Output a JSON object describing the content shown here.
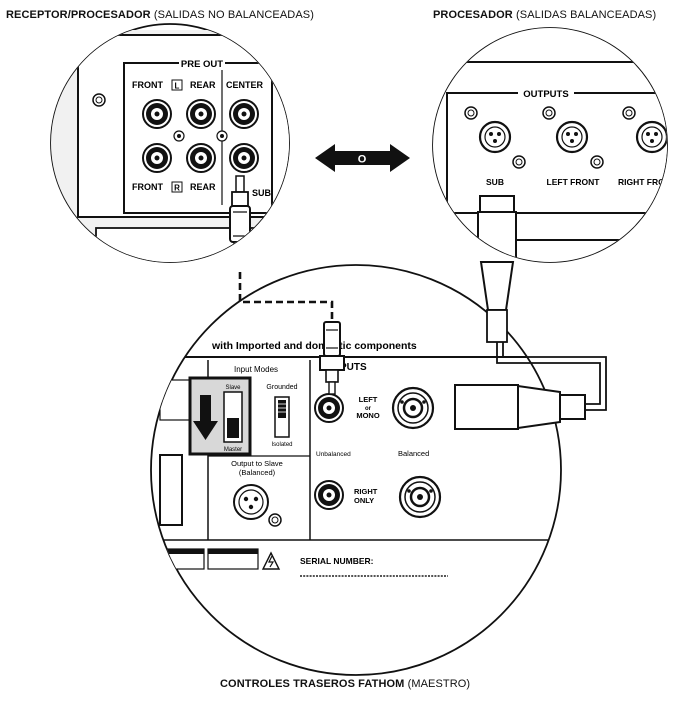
{
  "captions": {
    "left_bold": "RECEPTOR/PROCESADOR",
    "left_rest": "(SALIDAS NO BALANCEADAS)",
    "right_bold": "PROCESADOR",
    "right_rest": "(SALIDAS BALANCEADAS)",
    "bottom_bold": "CONTROLES TRASEROS FATHOM",
    "bottom_rest": "(MAESTRO)"
  },
  "or_label": "O",
  "receiver_panel": {
    "pre_out": "PRE OUT",
    "front_top": "FRONT",
    "l_badge": "L",
    "rear_top": "REAR",
    "center": "CENTER",
    "front_bottom": "FRONT",
    "r_badge": "R",
    "rear_bottom": "REAR",
    "sub": "SUB"
  },
  "processor_panel": {
    "outputs": "OUTPUTS",
    "sub": "SUB",
    "left_front": "LEFT FRONT",
    "right_front": "RIGHT FRONT"
  },
  "fathom_panel": {
    "header": "with Imported and domestic components",
    "inputs": "INPUTS",
    "input_modes": "Input Modes",
    "slave": "Slave",
    "master": "Master",
    "grounded": "Grounded",
    "isolated": "Isolated",
    "left_or_mono": [
      "LEFT",
      "or",
      "MONO"
    ],
    "unbalanced": "Unbalanced",
    "balanced": "Balanced",
    "right_only": [
      "RIGHT",
      "ONLY"
    ],
    "output_to_slave": [
      "Output to Slave",
      "(Balanced)"
    ],
    "serial_number": "SERIAL NUMBER:"
  }
}
